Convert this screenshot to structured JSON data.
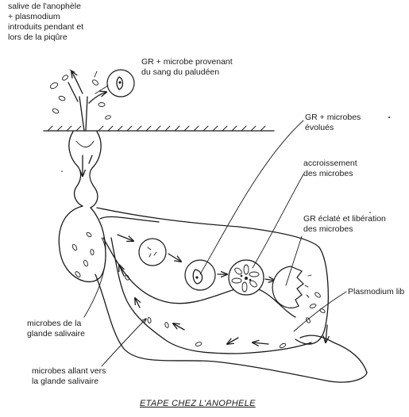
{
  "labels": {
    "saliva": "salive de l'anophèle\n+ plasmodium\nintroduits pendant et\nlors de la piqûre",
    "blood_cell": "GR + microbe provenant\ndu sang du paludéen",
    "evolved": "GR  +  microbes\névolués",
    "growth": "accroissement\ndes microbes",
    "burst": "GR éclaté et libération\ndes microbes",
    "free_plasmodium": "Plasmodium lib",
    "gland_microbes": "microbes de la\nglande salivaire",
    "to_gland": "microbes allant vers\nla glande salivaire"
  },
  "caption": "ETAPE CHEZ L'ANOPHELE"
}
